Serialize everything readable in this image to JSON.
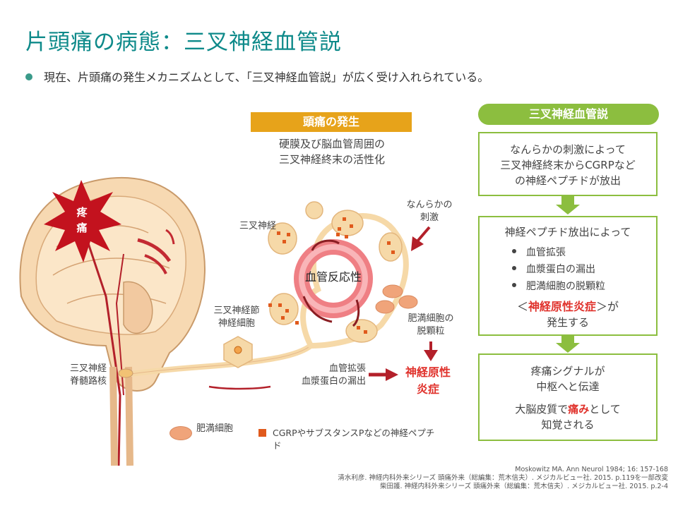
{
  "title": "片頭痛の病態：三叉神経血管説",
  "bullet": "現在、片頭痛の発生メカニズムとして、「三叉神経血管説」が広く受け入れられている。",
  "diagram": {
    "pain_label_1": "疼",
    "pain_label_2": "痛",
    "onset_title": "頭痛の発生",
    "onset_desc_1": "硬膜及び脳血管周囲の",
    "onset_desc_2": "三叉神経終末の活性化",
    "trigeminal_nerve": "三叉神経",
    "stimulus_1": "なんらかの",
    "stimulus_2": "刺激",
    "vascular_reactivity": "血管反応性",
    "ganglion_1": "三叉神経節",
    "ganglion_2": "神経細胞",
    "spinal_1": "三叉神経",
    "spinal_2": "脊髄路核",
    "degranulation_1": "肥満細胞の",
    "degranulation_2": "脱顆粒",
    "vasodilation_1": "血管拡張",
    "vasodilation_2": "血漿蛋白の漏出",
    "inflammation_1": "神経原性",
    "inflammation_2": "炎症"
  },
  "legend": {
    "mast_cell": "肥満細胞",
    "cgrp": "CGRPやサブスタンスPなどの神経ペプチド"
  },
  "theory": {
    "header": "三叉神経血管説",
    "box1_line1": "なんらかの刺激によって",
    "box1_line2": "三叉神経終末からCGRPなど",
    "box1_line3": "の神経ペプチドが放出",
    "box2_line1": "神経ペプチド放出によって",
    "box2_items": [
      "血管拡張",
      "血漿蛋白の漏出",
      "肥満細胞の脱顆粒"
    ],
    "box2_pre": "＜",
    "box2_em": "神経原性炎症",
    "box2_post": "＞が",
    "box2_line_last": "発生する",
    "box3_line1": "疼痛シグナルが",
    "box3_line2": "中枢へと伝達",
    "box3_pre": "大脳皮質で",
    "box3_em": "痛み",
    "box3_post": "として",
    "box3_line_last": "知覚される"
  },
  "references": [
    "Moskowitz MA. Ann Neurol 1984; 16: 157-168",
    "清水利彦. 神経内科外来シリーズ 頭痛外来（総編集：荒木信夫）. メジカルビュー社. 2015. p.119を一部改変",
    "柴田護. 神経内科外来シリーズ 頭痛外来（総編集：荒木信夫）. メジカルビュー社. 2015. p.2-4"
  ],
  "colors": {
    "title": "#0e8a8a",
    "onset": "#e7a31a",
    "theory": "#8cbe3f",
    "accent_red": "#e0322c",
    "nerve": "#f6d9a8",
    "vessel": "#ef7f84"
  }
}
